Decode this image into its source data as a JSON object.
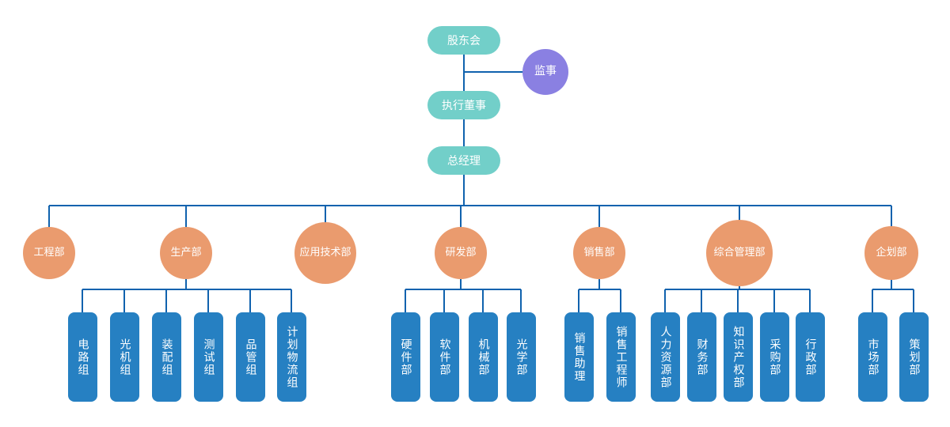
{
  "diagram": {
    "title": "company-org-chart",
    "root": {
      "label": "股东会"
    },
    "supervisor": {
      "label": "监事"
    },
    "executive_director": {
      "label": "执行董事"
    },
    "general_manager": {
      "label": "总经理"
    },
    "departments": [
      {
        "label": "工程部",
        "teams": []
      },
      {
        "label": "生产部",
        "teams": [
          "电路组",
          "光机组",
          "装配组",
          "测试组",
          "品管组",
          "计划物流组"
        ]
      },
      {
        "label": "应用技术部",
        "teams": []
      },
      {
        "label": "研发部",
        "teams": [
          "硬件部",
          "软件部",
          "机械部",
          "光学部"
        ]
      },
      {
        "label": "销售部",
        "teams": [
          "销售助理",
          "销售工程师"
        ]
      },
      {
        "label": "综合管理部",
        "teams": [
          "人力资源部",
          "财务部",
          "知识产权部",
          "采购部",
          "行政部"
        ]
      },
      {
        "label": "企划部",
        "teams": [
          "市场部",
          "策划部"
        ]
      }
    ],
    "colors": {
      "teal": "#72cfc9",
      "purple": "#8a80e2",
      "orange": "#ea9b6e",
      "blue": "#2680c2",
      "line": "#1062ae",
      "text": "#ffffff"
    }
  }
}
